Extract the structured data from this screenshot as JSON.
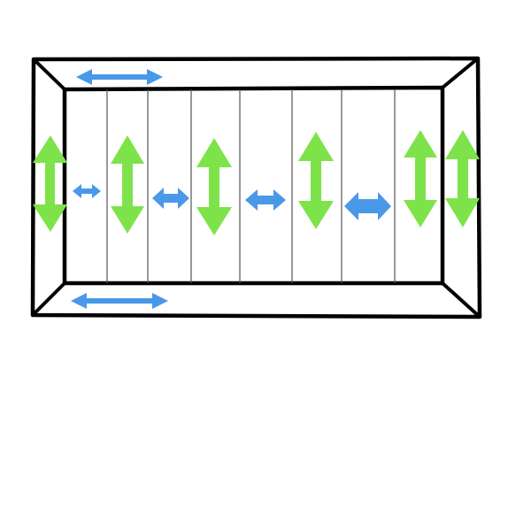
{
  "colors": {
    "background": "#ffffff",
    "outline": "#000000",
    "divider": "#555555",
    "vertical_arrow": "#7ee34a",
    "horizontal_arrow": "#4a98e8"
  },
  "diagram": {
    "boards": 8,
    "frame_members": [
      "top",
      "bottom",
      "left",
      "right"
    ],
    "arrows": [
      {
        "location": "top-frame-member",
        "direction": "horizontal",
        "icon": "double-headed-arrow-icon"
      },
      {
        "location": "bottom-frame-member",
        "direction": "horizontal",
        "icon": "double-headed-arrow-icon"
      },
      {
        "location": "left-frame-member",
        "direction": "vertical",
        "icon": "double-headed-arrow-icon"
      },
      {
        "location": "right-frame-member",
        "direction": "vertical",
        "icon": "double-headed-arrow-icon"
      },
      {
        "location": "board-1",
        "direction": "horizontal",
        "icon": "double-headed-arrow-icon"
      },
      {
        "location": "board-2",
        "direction": "vertical",
        "icon": "double-headed-arrow-icon"
      },
      {
        "location": "board-3",
        "direction": "horizontal",
        "icon": "double-headed-arrow-icon"
      },
      {
        "location": "board-4",
        "direction": "vertical",
        "icon": "double-headed-arrow-icon"
      },
      {
        "location": "board-5",
        "direction": "horizontal",
        "icon": "double-headed-arrow-icon"
      },
      {
        "location": "board-6",
        "direction": "vertical",
        "icon": "double-headed-arrow-icon"
      },
      {
        "location": "board-7",
        "direction": "horizontal",
        "icon": "double-headed-arrow-icon"
      },
      {
        "location": "board-8",
        "direction": "vertical",
        "icon": "double-headed-arrow-icon"
      }
    ]
  }
}
